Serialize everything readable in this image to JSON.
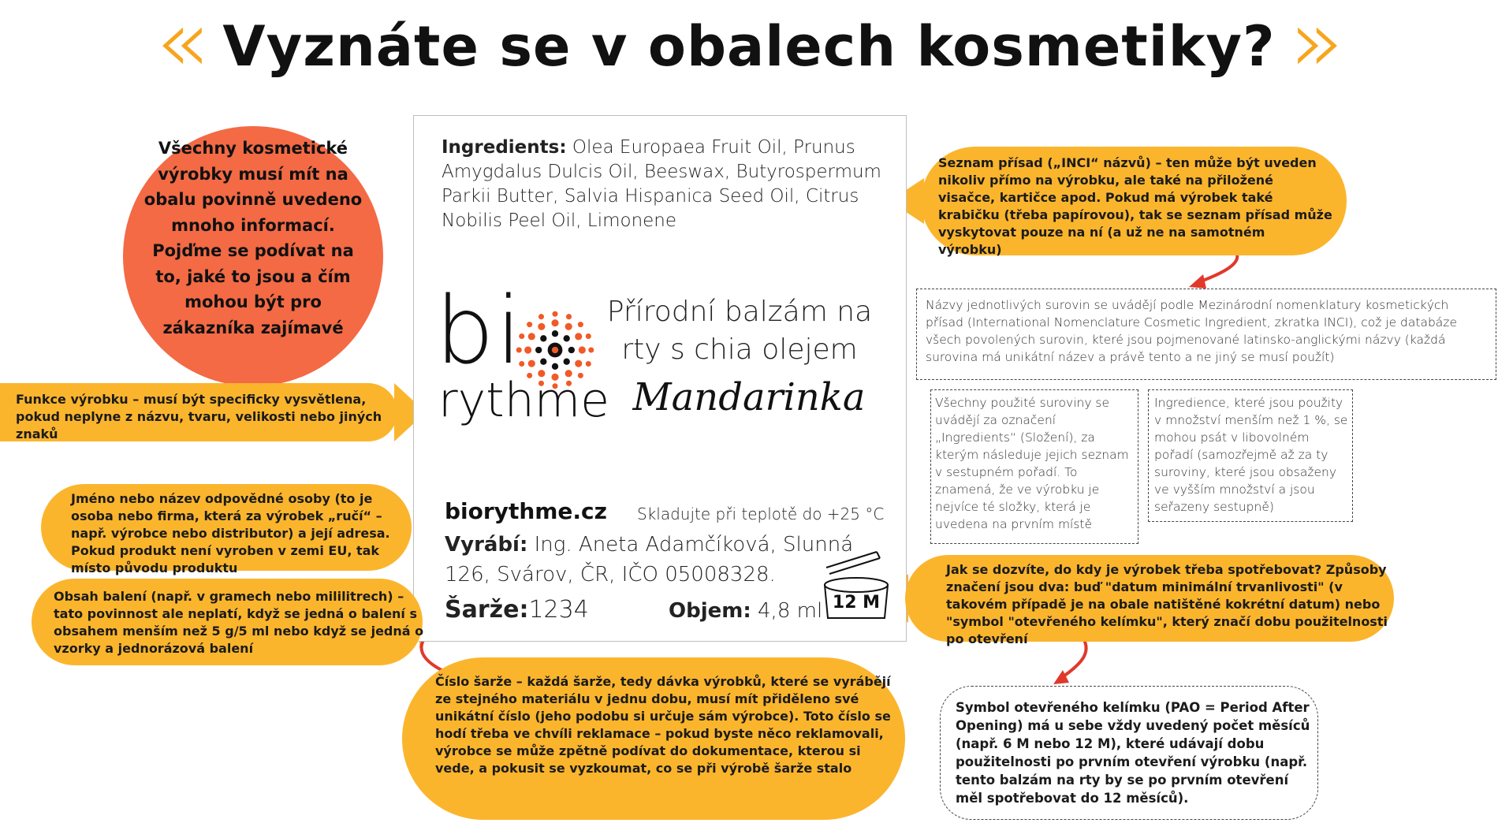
{
  "title": "Vyznáte se v obalech kosmetiky?",
  "title_left_mark": "«",
  "title_right_mark": "»",
  "intro_circle": "Všechny kosmetické výrobky musí mít na obalu povinně uvedeno mnoho informací. Pojďme se podívat na to, jaké to jsou a čím mohou být pro zákazníka zajímavé",
  "label": {
    "ingredients_label": "Ingredients:",
    "ingredients_text": " Olea Europaea Fruit Oil, Prunus Amygdalus Dulcis Oil, Beeswax, Butyrospermum Parkii Butter, Salvia Hispanica Seed Oil,  Citrus Nobilis Peel Oil, Limonene",
    "logo_top": "bi",
    "logo_bottom": "rythme",
    "product_name": "Přírodní balzám na rty s chia olejem",
    "product_variant": "Mandarinka",
    "website": "biorythme.cz",
    "storage": "Skladujte při teplotě do +25 °C",
    "maker_label": "Vyrábí:",
    "maker_text": " Ing. Aneta Adamčíková, Slunná 126, Svárov, ČR, IČO 05008328.",
    "batch_label": "Šarže:",
    "batch_value": "1234",
    "volume_label": "Objem:",
    "volume_value": " 4,8 ml",
    "pao_symbol": "12 M"
  },
  "callouts": {
    "inci": "Seznam přísad („INCI“ názvů) – ten může být uveden nikoliv přímo na výrobku, ale také na přiložené visačce, kartičce apod. Pokud má výrobek také krabičku (třeba papírovou), tak se seznam přísad může vyskytovat pouze na ní (a už ne na samotném výrobku)",
    "funkce": "Funkce výrobku – musí být specificky vysvětlena, pokud neplyne z názvu, tvaru, velikosti nebo jiných znaků",
    "jmeno": "Jméno nebo název odpovědné osoby (to je osoba nebo firma, která za výrobek „ručí“ – např. výrobce nebo distributor) a její adresa. Pokud produkt není vyroben v zemi EU, tak místo původu produktu",
    "obsah": "Obsah balení (např. v gramech nebo mililitrech) – tato povinnost ale neplatí, když se jedná o balení s obsahem menším než 5 g/5 ml nebo když se jedná o vzorky a jednorázová balení",
    "jak": "Jak se dozvíte, do kdy je výrobek třeba spotřebovat? Způsoby značení jsou dva: buď \"datum minimální trvanlivosti\" (v takovém případě je na obale natištěné kokrétní datum) nebo \"symbol \"otevřeného kelímku\", který značí dobu použitelnosti po otevření",
    "sarze": "Číslo šarže – každá šarže, tedy dávka výrobků, které se vyrábějí ze stejného materiálu v jednu dobu, musí mít přiděleno své unikátní číslo (jeho podobu si určuje sám výrobce). Toto číslo se hodí třeba ve chvíli reklamace – pokud byste něco reklamovali, výrobce se může zpětně podívat do dokumentace, kterou si vede, a pokusit se vyzkoumat, co se při výrobě šarže stalo"
  },
  "notes": {
    "nazvy": "Názvy jednotlivých surovin se uvádějí podle Mezinárodní nomenklatury kosmetických přísad (International Nomenclature Cosmetic Ingredient, zkratka INCI), což je databáze všech povolených surovin, které jsou pojmenované latinsko-anglickými názvy (každá surovina má unikátní název a právě tento a ne jiný se musí použít)",
    "vsechny": "Všechny použité suroviny se uvádějí za označení „Ingredients“ (Složení), za kterým následuje jejich seznam v sestupném pořadí. To znamená, že ve výrobku je nejvíce té složky, která je uvedena na prvním místě",
    "ingredience": "Ingredience, které jsou použity v množství menším než 1 %, se mohou psát v libovolném pořadí (samozřejmě až za ty suroviny, které jsou obsaženy ve vyšším množství a jsou seřazeny sestupně)",
    "symbol": "Symbol otevřeného kelímku (PAO = Period After Opening) má u sebe vždy uvedený počet měsíců (např. 6 M nebo 12 M), které udávají dobu použitelnosti po prvním otevření výrobku (např. tento balzám na rty by se po prvním otevření měl spotřebovat do 12 měsíců)."
  },
  "colors": {
    "accent_orange": "#fbb52d",
    "chevron_orange": "#f7a51d",
    "circle_red": "#f36a45",
    "arrow_red": "#e0392b",
    "logo_orange": "#f05a28"
  }
}
